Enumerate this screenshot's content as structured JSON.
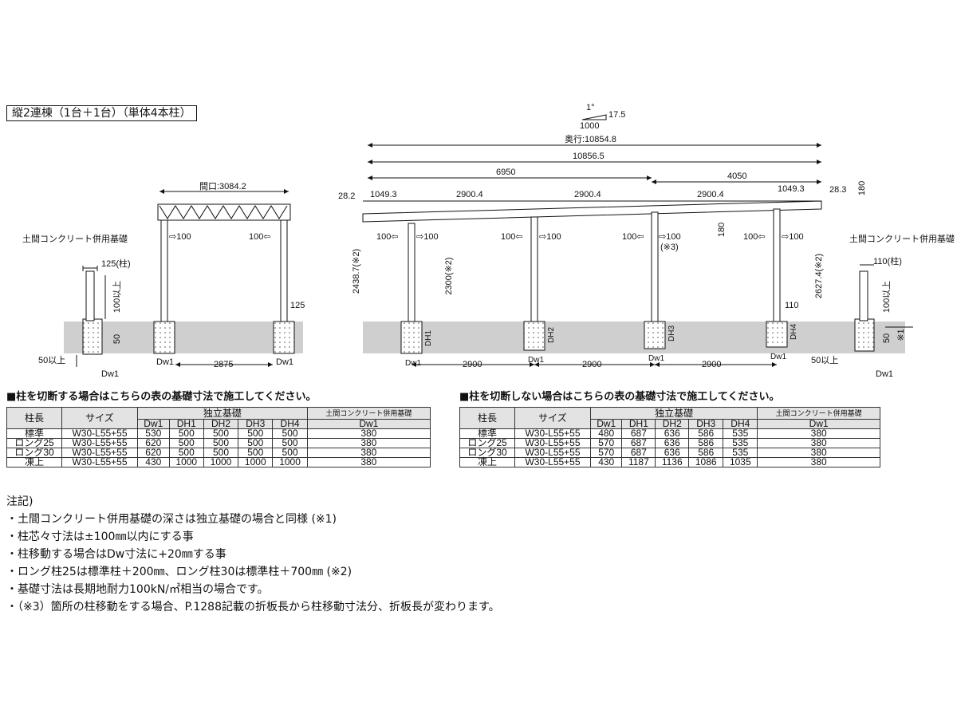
{
  "title": "縦2連棟（1台＋1台）（単体4本柱）",
  "front_view": {
    "width_label": "間口:3084.2",
    "span_label": "2875",
    "post_offset_left": "⇨100",
    "post_offset_right": "100⇦",
    "post_side": "125",
    "foot_left": "Dw1",
    "foot_right": "Dw1"
  },
  "left_detail": {
    "label": "土間コンクリート併用基礎",
    "post": "125(柱)",
    "height": "100以上",
    "depth": "50",
    "min": "50以上",
    "dw": "Dw1"
  },
  "right_detail": {
    "label": "土間コンクリート併用基礎",
    "post": "110(柱)",
    "height": "100以上",
    "depth": "50",
    "note": "※1",
    "min": "50以上",
    "dw": "Dw1"
  },
  "side_view": {
    "slope_angle": "1°",
    "slope_run": "1000",
    "slope_rise": "17.5",
    "depth_label": "奥行:10854.8",
    "total": "10856.5",
    "dim_6950": "6950",
    "dim_4050": "4050",
    "eave_left": "28.2",
    "eave_right": "28.3",
    "seg1": "1049.3",
    "seg2": "2900.4",
    "seg3": "2900.4",
    "seg4": "2900.4",
    "seg5": "1049.3",
    "height_180": "180",
    "height_180b": "180",
    "off_a": "100⇦",
    "off_b": "⇨100",
    "note3": "(※3)",
    "h_left": "2438.7(※2)",
    "h_mid": "2300(※2)",
    "h_right": "2627.4(※2)",
    "post_110": "110",
    "dh1": "DH1",
    "dh2": "DH2",
    "dh3": "DH3",
    "dh4": "DH4",
    "spacing1": "2900",
    "spacing2": "2900",
    "spacing3": "2900",
    "dw": "Dw1"
  },
  "table_cut": {
    "title": "■柱を切断する場合はこちらの表の基礎寸法で施工してください。",
    "col_length": "柱長",
    "col_size": "サイズ",
    "group_independent": "独立基礎",
    "group_slab": "土間コンクリート併用基礎",
    "sub": [
      "Dw1",
      "DH1",
      "DH2",
      "DH3",
      "DH4",
      "Dw1"
    ],
    "rows": [
      [
        "標準",
        "W30-L55+55",
        "530",
        "500",
        "500",
        "500",
        "500",
        "380"
      ],
      [
        "ロング25",
        "W30-L55+55",
        "620",
        "500",
        "500",
        "500",
        "500",
        "380"
      ],
      [
        "ロング30",
        "W30-L55+55",
        "620",
        "500",
        "500",
        "500",
        "500",
        "380"
      ],
      [
        "凍上",
        "W30-L55+55",
        "430",
        "1000",
        "1000",
        "1000",
        "1000",
        "380"
      ]
    ]
  },
  "table_nocut": {
    "title": "■柱を切断しない場合はこちらの表の基礎寸法で施工してください。",
    "col_length": "柱長",
    "col_size": "サイズ",
    "group_independent": "独立基礎",
    "group_slab": "土間コンクリート併用基礎",
    "sub": [
      "Dw1",
      "DH1",
      "DH2",
      "DH3",
      "DH4",
      "Dw1"
    ],
    "rows": [
      [
        "標準",
        "W30-L55+55",
        "480",
        "687",
        "636",
        "586",
        "535",
        "380"
      ],
      [
        "ロング25",
        "W30-L55+55",
        "570",
        "687",
        "636",
        "586",
        "535",
        "380"
      ],
      [
        "ロング30",
        "W30-L55+55",
        "570",
        "687",
        "636",
        "586",
        "535",
        "380"
      ],
      [
        "凍上",
        "W30-L55+55",
        "430",
        "1187",
        "1136",
        "1086",
        "1035",
        "380"
      ]
    ]
  },
  "notes": {
    "heading": "注記)",
    "items": [
      "・土間コンクリート併用基礎の深さは独立基礎の場合と同様 (※1)",
      "・柱芯々寸法は±100㎜以内にする事",
      "・柱移動する場合はDw寸法に+20㎜する事",
      "・ロング柱25は標準柱＋200㎜、ロング柱30は標準柱＋700㎜ (※2)",
      "・基礎寸法は長期地耐力100kN/㎡相当の場合です。",
      "・（※3）箇所の柱移動をする場合、P.1288記載の折板長から柱移動寸法分、折板長が変わります。"
    ]
  }
}
